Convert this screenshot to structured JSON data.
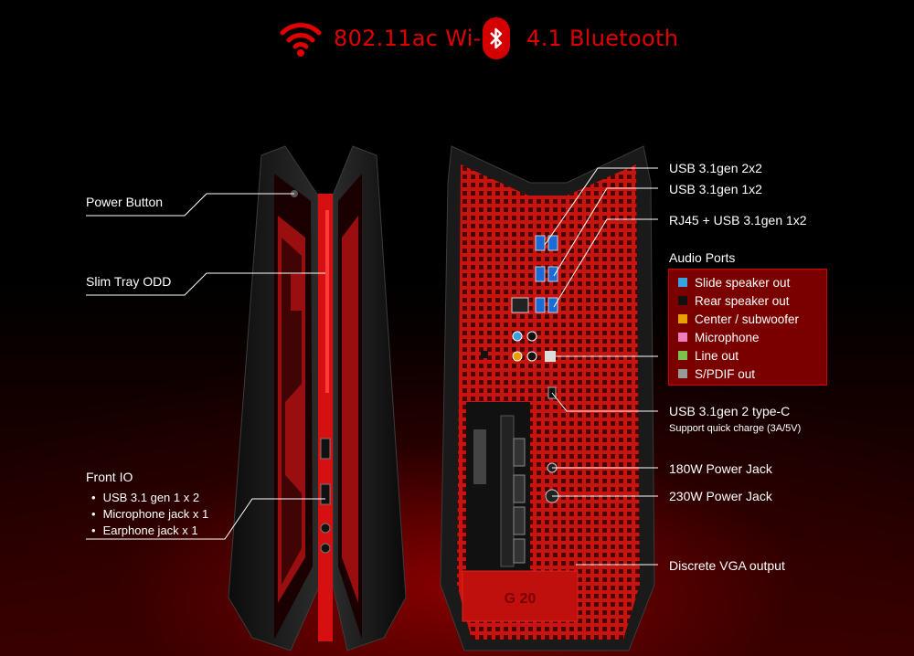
{
  "header": {
    "wifi_text": "802.11ac Wi-Fi",
    "bluetooth_text": "4.1 Bluetooth",
    "accent_color": "#e00000"
  },
  "front_labels": {
    "power_button": "Power Button",
    "slim_tray": "Slim Tray ODD",
    "front_io_title": "Front IO",
    "front_io_items": [
      "USB 3.1 gen 1 x 2",
      "Microphone jack x 1",
      "Earphone jack x 1"
    ]
  },
  "rear_labels": {
    "usb_2x2": "USB 3.1gen 2x2",
    "usb_1x2": "USB 3.1gen 1x2",
    "rj45": "RJ45 + USB 3.1gen 1x2",
    "audio_title": "Audio Ports",
    "type_c": "USB 3.1gen 2 type-C",
    "quick_charge": "Support quick charge (3A/5V)",
    "jack_180": "180W Power Jack",
    "jack_230": "230W Power Jack",
    "vga": "Discrete VGA output",
    "badge": "G 20"
  },
  "audio_ports": [
    {
      "label": "Slide speaker out",
      "color": "#3aa0e0"
    },
    {
      "label": "Rear speaker out",
      "color": "#111111"
    },
    {
      "label": "Center / subwoofer",
      "color": "#e6a000"
    },
    {
      "label": "Microphone",
      "color": "#f07cc0"
    },
    {
      "label": "Line out",
      "color": "#7dc24a"
    },
    {
      "label": "S/PDIF out",
      "color": "#9a9a9a"
    }
  ]
}
